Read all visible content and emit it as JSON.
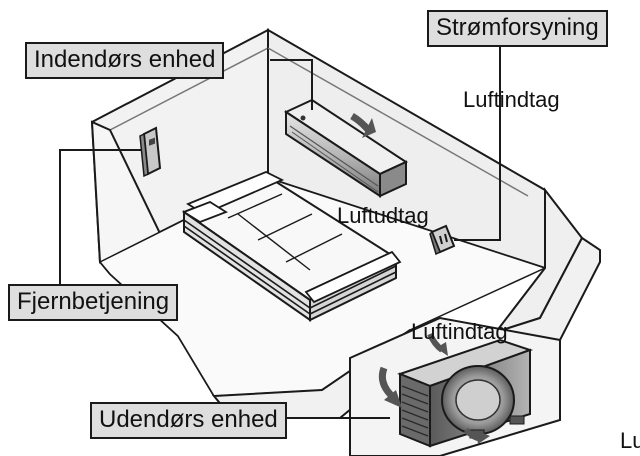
{
  "labels": {
    "indoor_unit": "Indendørs enhed",
    "power_supply": "Strømforsyning",
    "remote_control": "Fjernbetjening",
    "outdoor_unit": "Udendørs enhed",
    "air_intake_top": "Luftindtag",
    "air_outlet": "Luftudtag",
    "air_intake_outdoor": "Luftindtag",
    "cut_off_label": "Lu"
  },
  "icons": {
    "indoor_unit": "wall-mounted-indoor-unit-icon",
    "outdoor_unit": "outdoor-fan-unit-icon",
    "remote_control": "wall-remote-icon",
    "power_supply": "power-outlet-icon",
    "sofa": "sofa-icon",
    "airflow": "airflow-arrow-icon"
  },
  "colors": {
    "label_fill": "#dedede",
    "outline": "#1a1a1a",
    "wall_fill": "#efefef",
    "unit_fill": "#bdbdbd",
    "unit_dark": "#6a6a6a"
  }
}
